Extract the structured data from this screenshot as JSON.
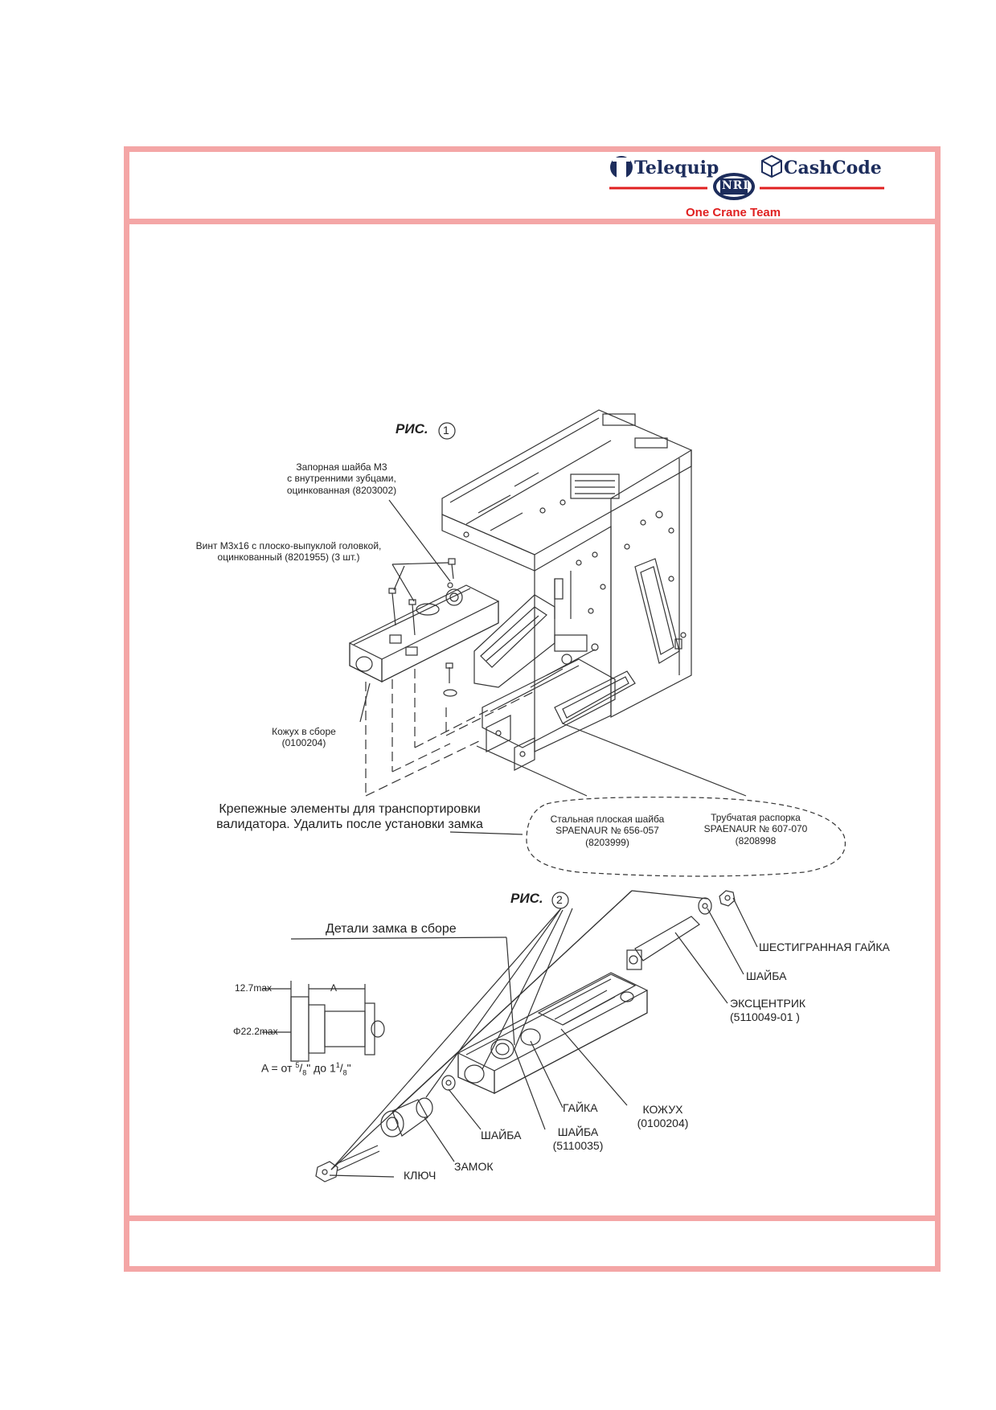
{
  "header": {
    "brand_telequip": "Telequip",
    "brand_nri": "NRI",
    "brand_cashcode": "CashCode",
    "slogan": "One Crane Team"
  },
  "figure1": {
    "title": "РИС.",
    "number": "1",
    "label_lock_washer": "Запорная шайба М3\nс внутренними зубцами,\nоцинкованная (8203002)",
    "label_screw": "Винт М3x16 с плоско-выпуклой головкой,\nоцинкованный  (8201955) (3 шт.)",
    "label_cover": "Кожух в сборе\n(0100204)",
    "label_transport": "Крепежные элементы для транспортировки\nвалидатора. Удалить после установки замка",
    "label_flat_washer": "Стальная плоская шайба\nSPAENAUR №  656-057\n(8203999)",
    "label_spacer": "Трубчатая распорка\nSPAENAUR №  607-070\n(8208998"
  },
  "figure2": {
    "title": "РИС.",
    "number": "2",
    "label_lock_parts": "Детали замка в сборе",
    "dim_127": "12.7max",
    "dim_a": "A",
    "dim_222": "Φ22.2max",
    "dim_formula_prefix": "A = от ",
    "dim_formula_5": "5",
    "dim_formula_8a": "8",
    "dim_formula_mid": "\" до 1",
    "dim_formula_1": "1",
    "dim_formula_8b": "8",
    "dim_formula_end": "\"",
    "label_hex_nut": "ШЕСТИГРАННАЯ ГАЙКА",
    "label_washer_top": "ШАЙБА",
    "label_cam": "ЭКСЦЕНТРИК\n(5110049-01 )",
    "label_nut": "ГАЙКА",
    "label_housing": "КОЖУХ\n(0100204)",
    "label_washer_mid": "ШАЙБА\n(5110035)",
    "label_washer_left": "ШАЙБА",
    "label_lock": "ЗАМОК",
    "label_key": "КЛЮЧ"
  },
  "colors": {
    "frame": "#f4a6a6",
    "slogan": "#e02020",
    "brand": "#1d2d5c"
  }
}
